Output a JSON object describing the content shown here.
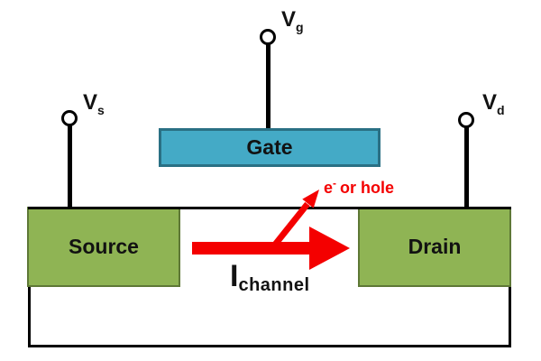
{
  "figure": {
    "type": "diagram",
    "subject": "field-effect-transistor-cross-section",
    "terminals": {
      "gate": {
        "symbol": "V",
        "subscript": "g"
      },
      "source": {
        "symbol": "V",
        "subscript": "s"
      },
      "drain": {
        "symbol": "V",
        "subscript": "d"
      }
    },
    "regions": {
      "gate": "Gate",
      "source": "Source",
      "drain": "Drain"
    },
    "annotations": {
      "current": {
        "symbol": "I",
        "subscript": "channel"
      },
      "carrier": {
        "base": "e",
        "superscript": "-",
        "suffix": "or hole"
      }
    },
    "colors": {
      "gate_fill": "#44AAC6",
      "gate_border": "#2A7084",
      "region_fill": "#8FB454",
      "region_border": "#5E7836",
      "arrow": "#F40000",
      "outline": "#000000",
      "background": "#FFFFFF"
    }
  }
}
